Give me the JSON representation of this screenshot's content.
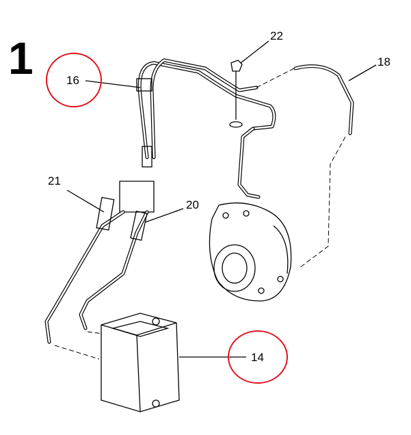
{
  "figure_number": "1",
  "callouts": [
    {
      "id": "16",
      "circled": true
    },
    {
      "id": "22",
      "circled": false
    },
    {
      "id": "18",
      "circled": false
    },
    {
      "id": "21",
      "circled": false
    },
    {
      "id": "20",
      "circled": false
    },
    {
      "id": "14",
      "circled": true
    }
  ],
  "colors": {
    "circle": "#e0141e",
    "line": "#000000"
  }
}
